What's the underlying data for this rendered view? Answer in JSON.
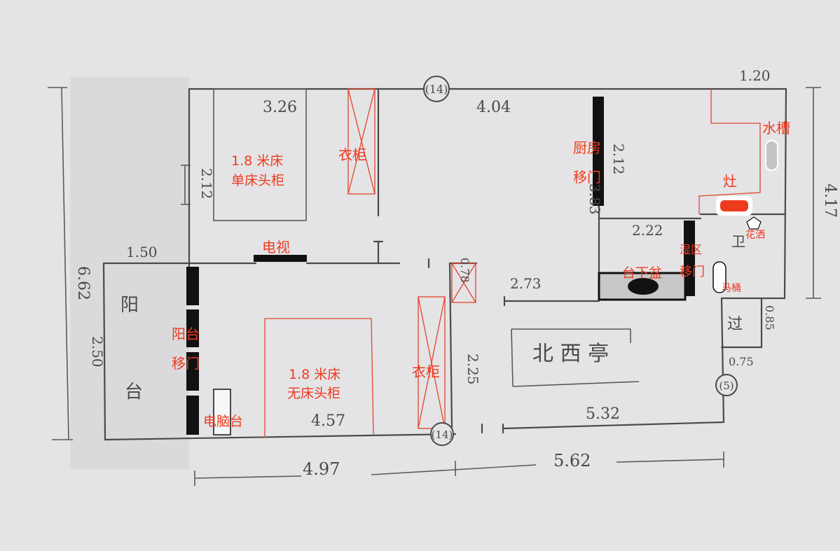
{
  "colors": {
    "background": "#e4e4e6",
    "pencil": "#4a4a4a",
    "annotation": "#ee3a1d",
    "door": "#111111"
  },
  "dimensions": {
    "top_left": "3.26",
    "top_middle": "4.04",
    "top_right": "1.20",
    "left_side": "6.62",
    "right_side": "4.17",
    "left_small": "2.12",
    "balcony_top": "1.50",
    "balcony_side": "2.50",
    "kitchen_side": "2.12",
    "kitchen_lower": "3.83",
    "bath_width": "2.22",
    "hall": "2.73",
    "closet_width": "0.78",
    "closet_side": "2.25",
    "bedroom_bottom": "4.57",
    "living_bottom": "5.32",
    "bottom_left": "4.97",
    "bottom_right": "5.62",
    "right_lower": "0.85",
    "right_lower2": "0.75"
  },
  "axis_markers": {
    "top": "(14)",
    "bottom": "(14)",
    "right": "(5)"
  },
  "handwritten_rooms": {
    "balcony_1": "阳",
    "balcony_2": "台",
    "living_room": "北 西 亭",
    "bath_side": "卫",
    "utility": "过"
  },
  "labels": {
    "bed_single_1": "1.8 米床",
    "bed_single_2": "单床头柜",
    "wardrobe_top": "衣柜",
    "kitchen_1": "厨房",
    "kitchen_2": "移门",
    "sink": "水槽",
    "stove": "灶",
    "shower": "花洒",
    "tv": "电视",
    "wet_zone_1": "湿区",
    "wet_zone_2": "移门",
    "basin": "台下盆",
    "toilet": "马桶",
    "balcony_door_1": "阳台",
    "balcony_door_2": "移门",
    "bed_master_1": "1.8 米床",
    "bed_master_2": "无床头柜",
    "wardrobe_bottom": "衣柜",
    "desk": "电脑台"
  }
}
